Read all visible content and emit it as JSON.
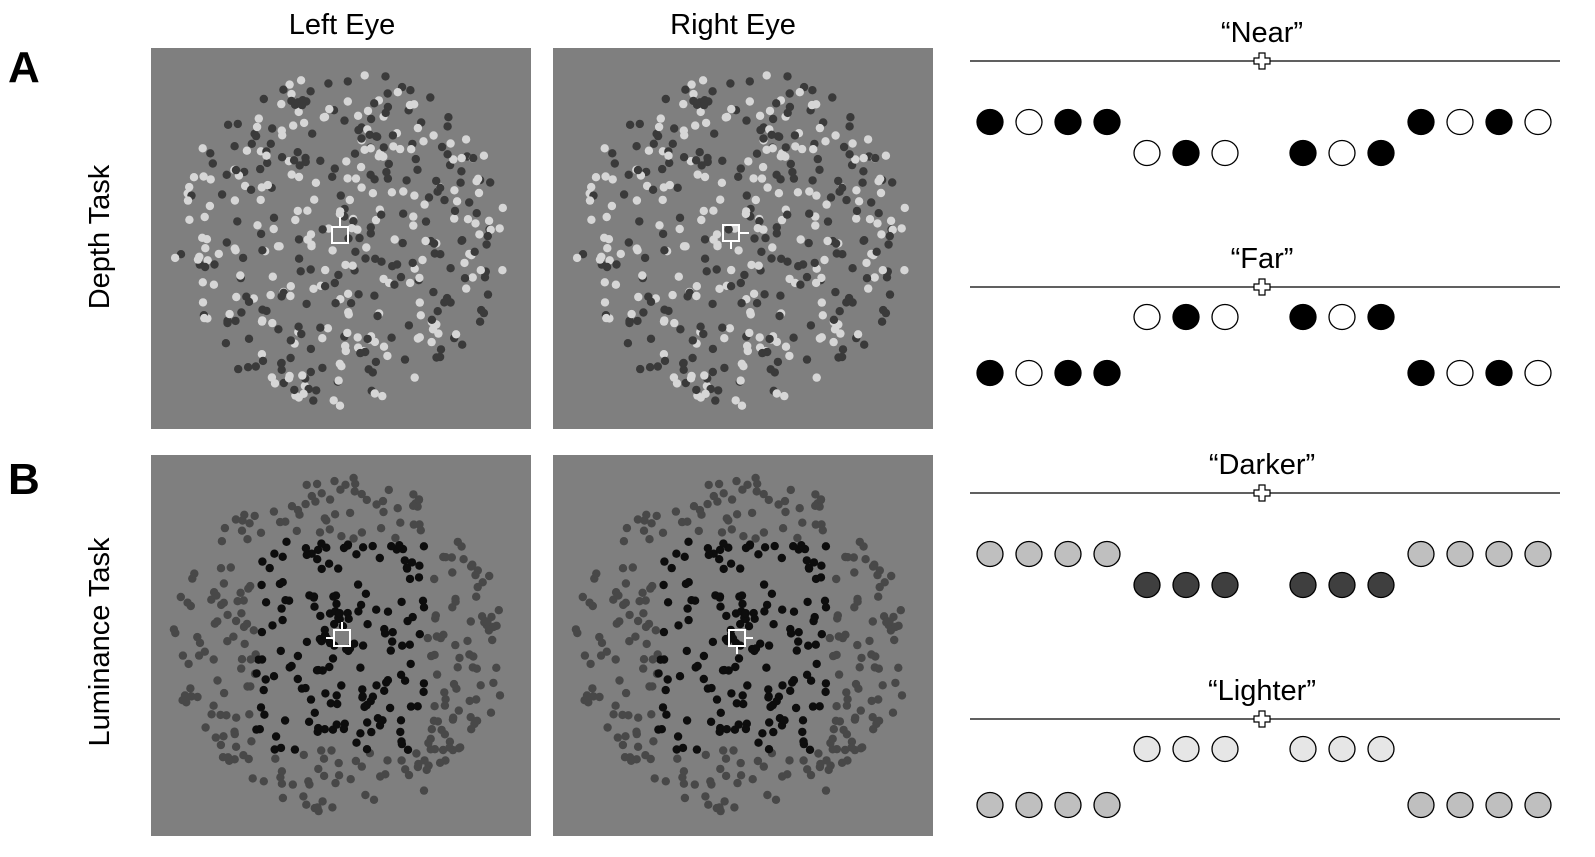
{
  "colors": {
    "background": "#ffffff",
    "panel_gray": "#7f7f7f",
    "dot_black": "#000000",
    "dot_white": "#ffffff",
    "dot_dark_gray": "#3f3f3f",
    "dot_light_gray": "#e6e6e6",
    "dot_mid_gray": "#bfbfbf"
  },
  "panels": [
    {
      "letter": "A",
      "task_label": "Depth Task",
      "stimulus_type": "depth",
      "responses": [
        {
          "label": "“Near”",
          "groups": [
            "bwbb",
            "wbw",
            "bwb",
            "bwbw"
          ],
          "group_offsets": [
            "center",
            "back",
            "back",
            "center"
          ]
        },
        {
          "label": "“Far”",
          "groups": [
            "bwbb",
            "wbw",
            "bwb",
            "bwbw"
          ],
          "group_offsets": [
            "center",
            "front",
            "front",
            "center"
          ]
        }
      ]
    },
    {
      "letter": "B",
      "task_label": "Luminance Task",
      "stimulus_type": "luminance",
      "responses": [
        {
          "label": "“Darker”",
          "groups": [
            "mmmm",
            "ddd",
            "ddd",
            "mmmm"
          ],
          "group_offsets": [
            "center",
            "back",
            "back",
            "center"
          ]
        },
        {
          "label": "“Lighter”",
          "groups": [
            "mmmm",
            "lll",
            "lll",
            "mmmm"
          ],
          "group_offsets": [
            "center",
            "front",
            "front",
            "center"
          ]
        }
      ]
    }
  ],
  "eye_labels": [
    "Left Eye",
    "Right Eye"
  ],
  "icons": {
    "fixation": "fixation-square-icon",
    "response_marker": "cross-marker-icon"
  }
}
